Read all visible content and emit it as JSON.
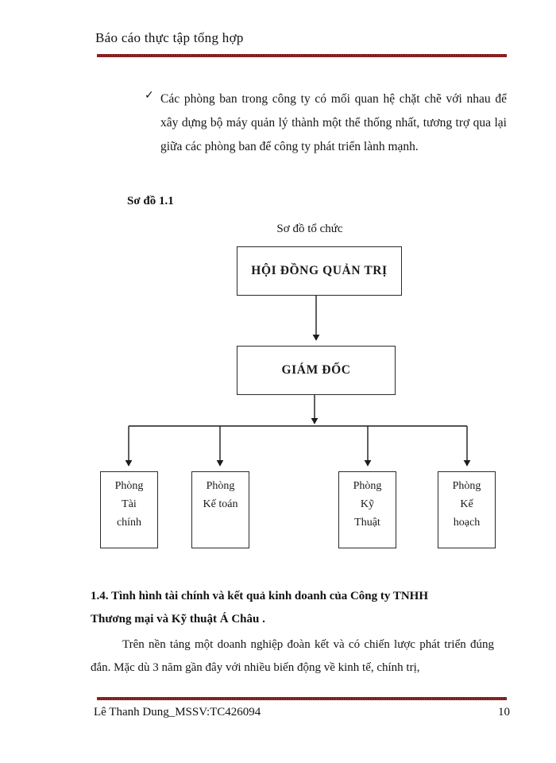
{
  "header": {
    "title": "Báo cáo thực tập tổng hợp",
    "rule_color": "#8a2121"
  },
  "bullet": {
    "marker": "check-mark",
    "marker_glyph": "✓",
    "text": "Các phòng ban trong công ty có mối quan hệ chặt chẽ với nhau để xây dựng bộ máy quản lý thành một thể thống nhất, tương trợ qua lại giữa các phòng ban để công ty phát triển lành mạnh."
  },
  "diagram": {
    "caption": "Sơ đồ 1.1",
    "title": "Sơ đồ tổ chức",
    "nodes": {
      "top": "HỘI ĐỒNG QUẢN TRỊ",
      "middle": "GIÁM ĐỐC",
      "leaves": [
        {
          "line1": "Phòng",
          "line2": "Tài",
          "line3": "chính"
        },
        {
          "line1": "Phòng",
          "line2": "Kế toán",
          "line3": ""
        },
        {
          "line1": "Phòng",
          "line2": "Kỹ",
          "line3": "Thuật"
        },
        {
          "line1": "Phòng",
          "line2": "Kế",
          "line3": "hoạch"
        }
      ]
    }
  },
  "section": {
    "heading_line1": "1.4. Tình hình tài chính và kết quả kinh doanh của Công ty TNHH",
    "heading_line2": "Thương mại và Kỹ thuật Á Châu .",
    "body": "Trên nền tảng một doanh nghiệp đoàn kết và có chiến lược phát triển đúng đắn. Mặc dù 3 năm gần đây với nhiều biến động về kinh tế, chính trị,"
  },
  "footer": {
    "name": "Lê Thanh Dung_MSSV:TC426094",
    "page_number": "10"
  }
}
